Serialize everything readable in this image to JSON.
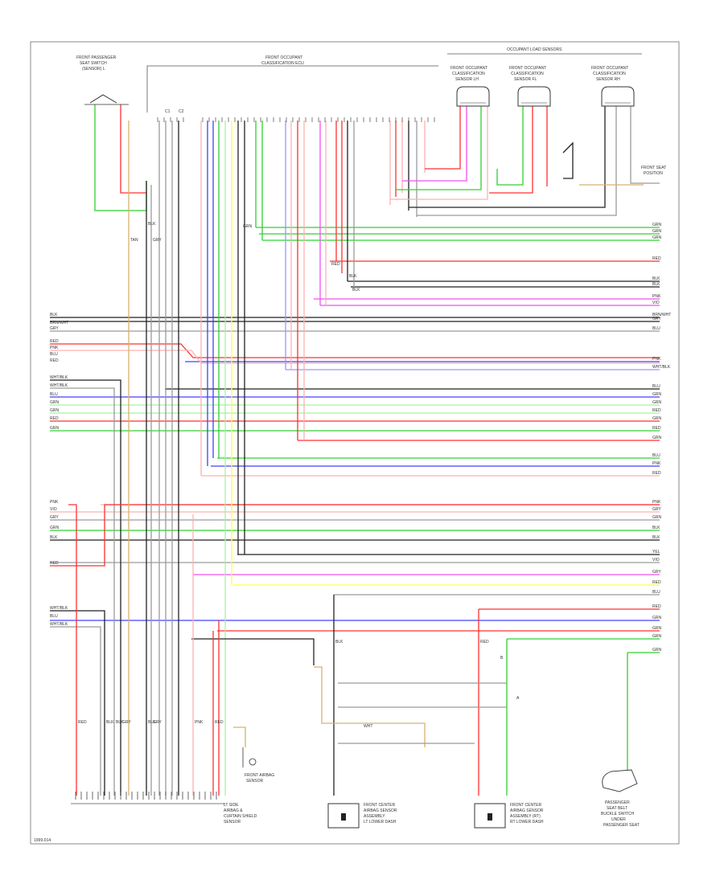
{
  "colors": {
    "red": "#ff3030",
    "pink": "#ffb0b0",
    "green": "#30d030",
    "ltgreen": "#a8f0a0",
    "blue": "#4040ff",
    "ltblue": "#9898ff",
    "black": "#222222",
    "gray": "#9a9a9a",
    "yellow": "#ffff40",
    "violet": "#f050f0",
    "tan": "#d8b070",
    "frame": "#777777"
  },
  "components": {
    "sensor_left": [
      "FRONT PASSENGER",
      "SEAT SWITCH",
      "(SENSOR) L"
    ],
    "connector_top": [
      "FRONT OCCUPANT",
      "CLASSIFICATION ECU"
    ],
    "occupant_group": "OCCUPANT LOAD SENSORS",
    "sensor1": [
      "FRONT OCCUPANT",
      "CLASSIFICATION",
      "SENSOR LH"
    ],
    "sensor2": [
      "FRONT OCCUPANT",
      "CLASSIFICATION",
      "SENSOR FL"
    ],
    "sensor3": [
      "FRONT OCCUPANT",
      "CLASSIFICATION",
      "SENSOR RH"
    ],
    "seat_position": [
      "FRONT SEAT",
      "POSITION"
    ],
    "sensor_mid": [
      "FRONT AIRBAG",
      "SENSOR"
    ],
    "side_left": [
      "LT SIDE",
      "AIRBAG &",
      "CURTAIN SHIELD",
      "SENSOR"
    ],
    "side_center": [
      "FRONT CENTER",
      "AIRBAG SENSOR",
      "ASSEMBLY",
      "LT LOWER DASH"
    ],
    "side_right": [
      "FRONT CENTER",
      "AIRBAG SENSOR",
      "ASSEMBLY (RT)",
      "RT LOWER DASH"
    ],
    "buckle": [
      "PASSENGER",
      "SEAT BELT",
      "BUCKLE SWITCH",
      "UNDER",
      "PASSENGER SEAT"
    ],
    "footer": "1999-014"
  },
  "wire_labels": {
    "right": [
      "GRN",
      "GRN",
      "GRN",
      "RED",
      "BLK",
      "BLK",
      "PNK",
      "VIO",
      "BRN/WHT",
      "GRY",
      "BLU",
      "PNK",
      "WHT/BLK",
      "BLU",
      "GRN",
      "GRN",
      "RED",
      "GRN",
      "RED",
      "GRN",
      "BLU",
      "PNK",
      "RED",
      "PNK",
      "GRY",
      "GRN",
      "BLK",
      "BLK",
      "YEL",
      "VIO",
      "GRY",
      "RED",
      "BLU",
      "RED",
      "GRN",
      "GRN"
    ],
    "left": [
      "BLK",
      "BRN/WHT",
      "GRY",
      "RED",
      "PNK",
      "BLU",
      "RED",
      "WHT/BLK",
      "WHT/BLK",
      "BLU",
      "GRN",
      "GRN",
      "RED",
      "GRN",
      "PNK",
      "VIO",
      "GRY",
      "GRN",
      "BLK",
      "RED",
      "WHT/BLK",
      "BLU",
      "WHT/BLK"
    ],
    "bottom": [
      "RED",
      "BLK",
      "BLK",
      "GRY",
      "BLK",
      "GRY",
      "PNK",
      "RED"
    ],
    "misc": [
      "GRN",
      "RED",
      "BLK",
      "BLK",
      "RED",
      "BLK",
      "TAN",
      "GRY",
      "BLK",
      "WHT",
      "C1",
      "C2",
      "B",
      "A"
    ]
  }
}
